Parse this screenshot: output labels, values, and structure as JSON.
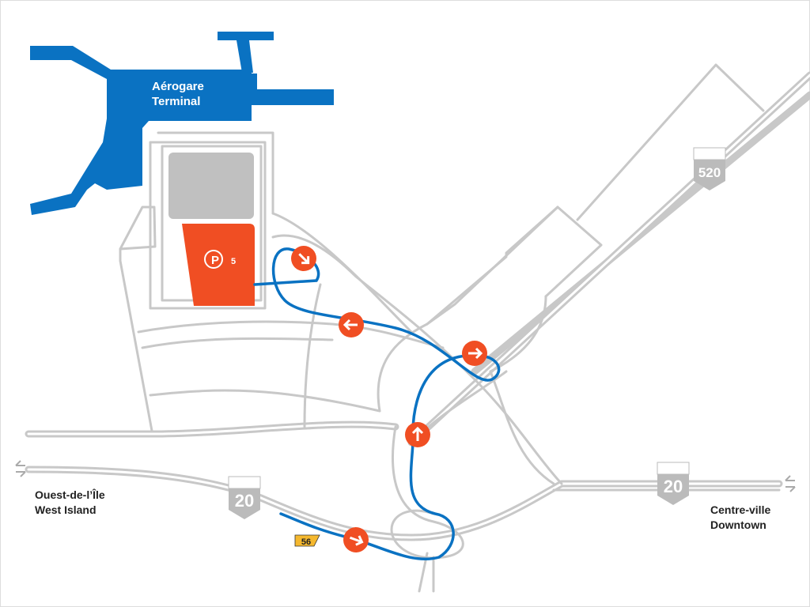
{
  "terminal": {
    "line1": "Aérogare",
    "line2": "Terminal"
  },
  "parking": {
    "symbol": "P",
    "number": "5"
  },
  "highways": {
    "a20_west": "20",
    "a20_east": "20",
    "a520": "520",
    "exit": "56"
  },
  "destinations": {
    "west": {
      "line1": "Ouest-de-l’Île",
      "line2": "West Island"
    },
    "east": {
      "line1": "Centre-ville",
      "line2": "Downtown"
    }
  },
  "colors": {
    "terminal": "#0a72c2",
    "route": "#0a72c2",
    "parking": "#f04e23",
    "arrow_markers": "#f04e23",
    "roads": "#c8c8c8",
    "exit_badge": "#f5b82e"
  }
}
